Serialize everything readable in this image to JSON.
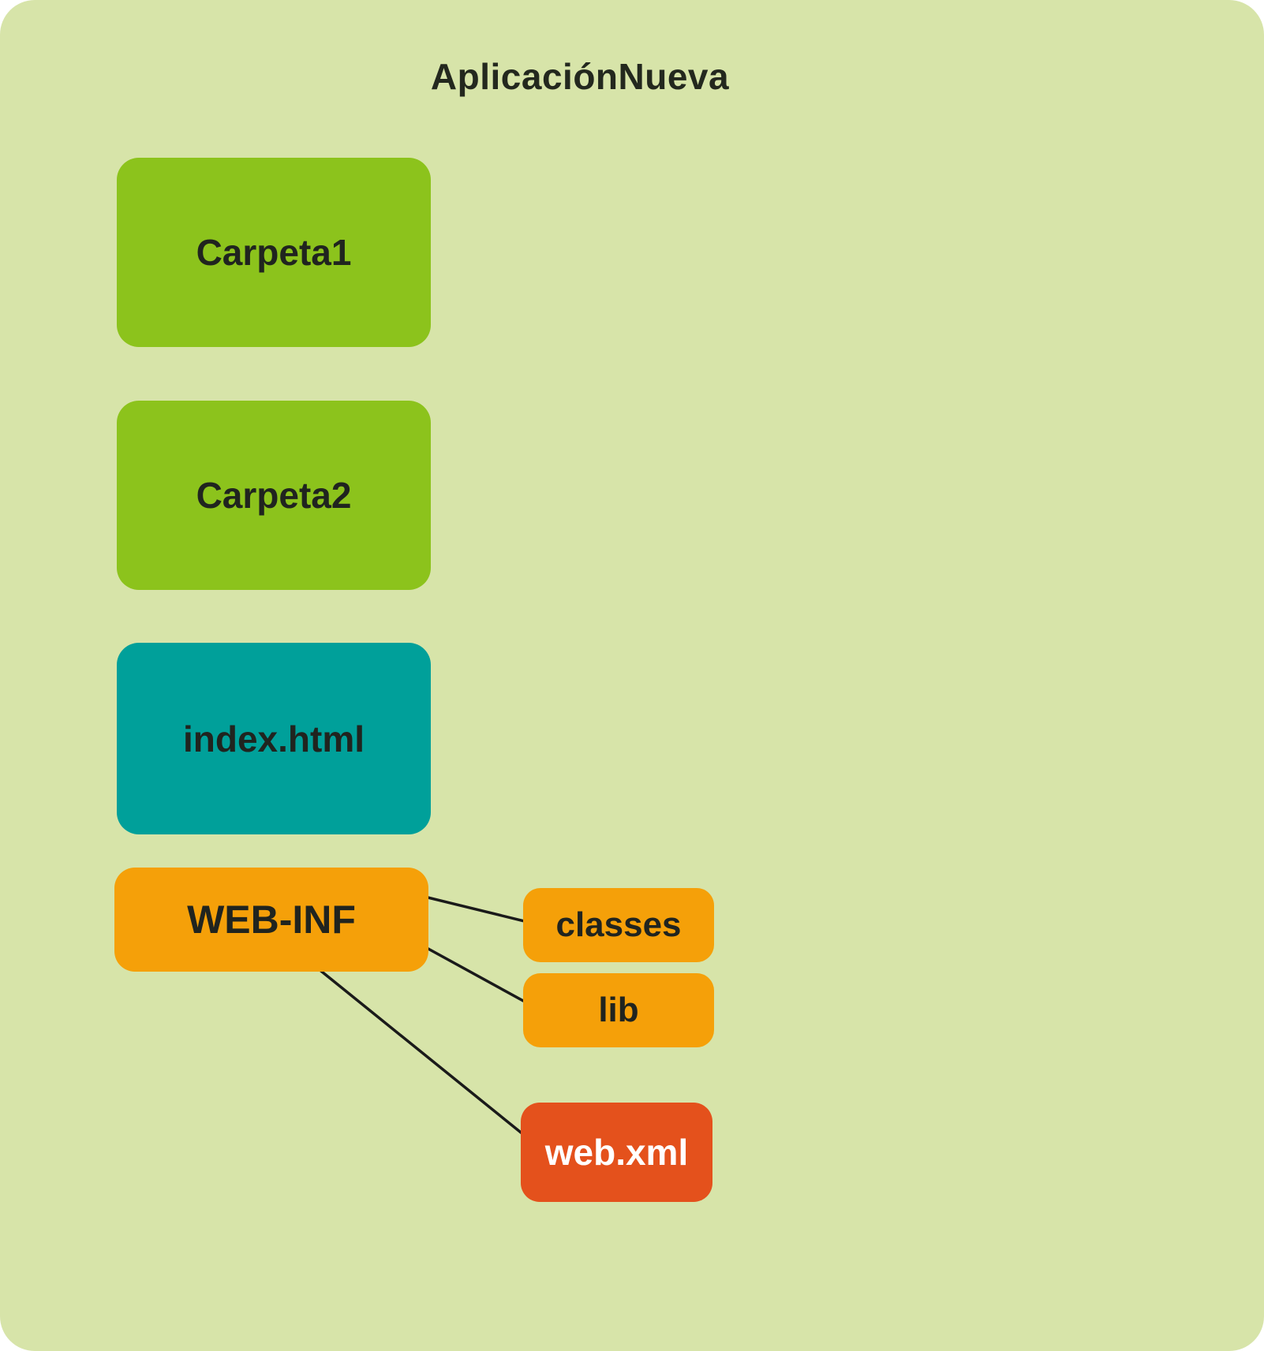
{
  "title": "AplicaciónNueva",
  "nodes": {
    "carpeta1": {
      "label": "Carpeta1",
      "color": "#8cc31c"
    },
    "carpeta2": {
      "label": "Carpeta2",
      "color": "#8cc31c"
    },
    "index_html": {
      "label": "index.html",
      "color": "#00a09a"
    },
    "web_inf": {
      "label": "WEB-INF",
      "color": "#f5a009"
    },
    "classes": {
      "label": "classes",
      "color": "#f5a009"
    },
    "lib": {
      "label": "lib",
      "color": "#f5a009"
    },
    "web_xml": {
      "label": "web.xml",
      "color": "#e4511c"
    }
  },
  "colors": {
    "background": "#d7e4a9",
    "connector": "#1a1a1a",
    "text_dark": "#20241f",
    "text_light": "#ffffff"
  },
  "connections": [
    {
      "from": "web_inf",
      "to": "classes"
    },
    {
      "from": "web_inf",
      "to": "lib"
    },
    {
      "from": "web_inf",
      "to": "web_xml"
    }
  ]
}
